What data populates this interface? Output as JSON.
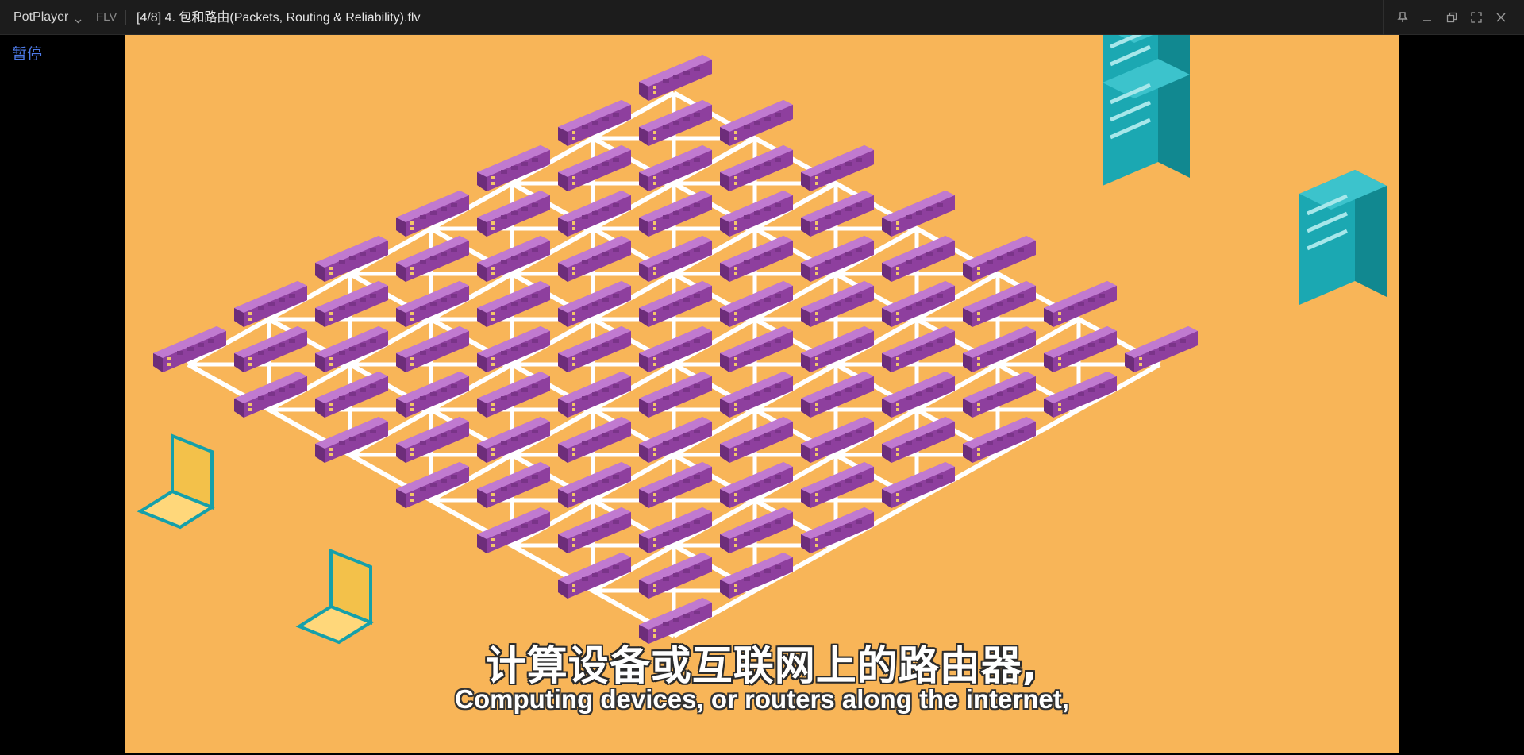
{
  "app": {
    "name": "PotPlayer",
    "format": "FLV",
    "title": "[4/8] 4. 包和路由(Packets, Routing & Reliability).flv"
  },
  "window_controls": [
    {
      "name": "pin-icon",
      "label": "pin"
    },
    {
      "name": "minimize-icon",
      "label": "minimize"
    },
    {
      "name": "restore-icon",
      "label": "restore"
    },
    {
      "name": "fullscreen-icon",
      "label": "fullscreen"
    },
    {
      "name": "close-icon",
      "label": "close"
    }
  ],
  "status": {
    "pause_label": "暂停"
  },
  "subtitles": {
    "chinese": "计算设备或互联网上的路由器,",
    "english": "Computing devices, or routers along the internet,"
  },
  "colors": {
    "background": "#f8b558",
    "router": "#8e3f9e",
    "server": "#1aa3ad",
    "link": "#ffffff",
    "pause_text": "#4e7be9"
  }
}
